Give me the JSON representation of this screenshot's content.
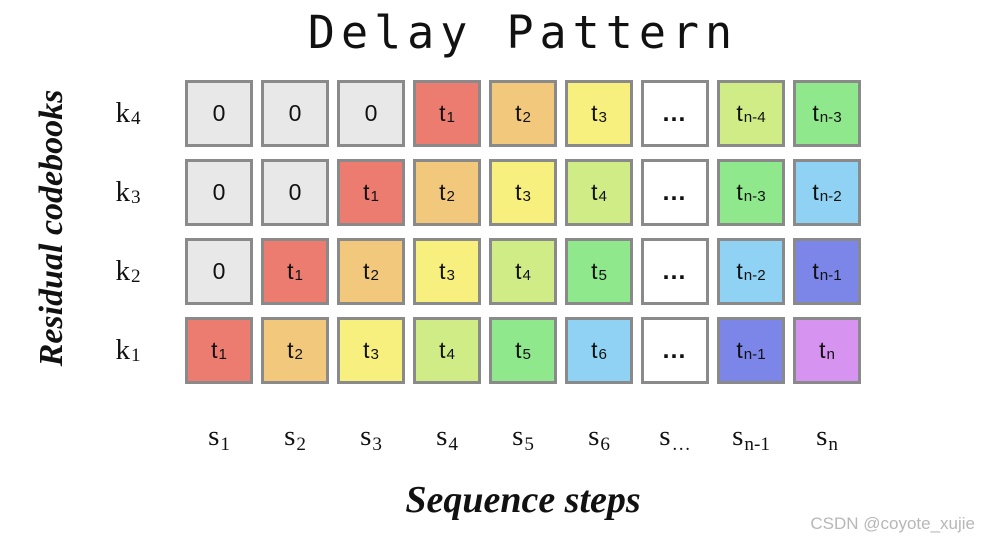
{
  "title": "Delay Pattern",
  "y_axis_label": "Residual codebooks",
  "x_axis_label": "Sequence steps",
  "watermark": "CSDN @coyote_xujie",
  "palette": {
    "gray": "#e8e8e8",
    "red": "#ec7b70",
    "orange": "#f2c87d",
    "yellow": "#f7f07e",
    "yellowgreen": "#d0ec86",
    "green": "#8fe88c",
    "blue": "#8fd2f3",
    "indigo": "#7b86e8",
    "violet": "#d693f0",
    "white": "#ffffff",
    "border": "#8a8a8a"
  },
  "grid": {
    "rows": [
      {
        "label": {
          "base": "k",
          "sub": "4"
        },
        "cells": [
          {
            "text": "0",
            "sub": "",
            "color": "gray"
          },
          {
            "text": "0",
            "sub": "",
            "color": "gray"
          },
          {
            "text": "0",
            "sub": "",
            "color": "gray"
          },
          {
            "text": "t",
            "sub": "1",
            "color": "red"
          },
          {
            "text": "t",
            "sub": "2",
            "color": "orange"
          },
          {
            "text": "t",
            "sub": "3",
            "color": "yellow"
          },
          {
            "text": "…",
            "sub": "",
            "color": "white"
          },
          {
            "text": "t",
            "sub": "n-4",
            "color": "yellowgreen"
          },
          {
            "text": "t",
            "sub": "n-3",
            "color": "green"
          }
        ]
      },
      {
        "label": {
          "base": "k",
          "sub": "3"
        },
        "cells": [
          {
            "text": "0",
            "sub": "",
            "color": "gray"
          },
          {
            "text": "0",
            "sub": "",
            "color": "gray"
          },
          {
            "text": "t",
            "sub": "1",
            "color": "red"
          },
          {
            "text": "t",
            "sub": "2",
            "color": "orange"
          },
          {
            "text": "t",
            "sub": "3",
            "color": "yellow"
          },
          {
            "text": "t",
            "sub": "4",
            "color": "yellowgreen"
          },
          {
            "text": "…",
            "sub": "",
            "color": "white"
          },
          {
            "text": "t",
            "sub": "n-3",
            "color": "green"
          },
          {
            "text": "t",
            "sub": "n-2",
            "color": "blue"
          }
        ]
      },
      {
        "label": {
          "base": "k",
          "sub": "2"
        },
        "cells": [
          {
            "text": "0",
            "sub": "",
            "color": "gray"
          },
          {
            "text": "t",
            "sub": "1",
            "color": "red"
          },
          {
            "text": "t",
            "sub": "2",
            "color": "orange"
          },
          {
            "text": "t",
            "sub": "3",
            "color": "yellow"
          },
          {
            "text": "t",
            "sub": "4",
            "color": "yellowgreen"
          },
          {
            "text": "t",
            "sub": "5",
            "color": "green"
          },
          {
            "text": "…",
            "sub": "",
            "color": "white"
          },
          {
            "text": "t",
            "sub": "n-2",
            "color": "blue"
          },
          {
            "text": "t",
            "sub": "n-1",
            "color": "indigo"
          }
        ]
      },
      {
        "label": {
          "base": "k",
          "sub": "1"
        },
        "cells": [
          {
            "text": "t",
            "sub": "1",
            "color": "red"
          },
          {
            "text": "t",
            "sub": "2",
            "color": "orange"
          },
          {
            "text": "t",
            "sub": "3",
            "color": "yellow"
          },
          {
            "text": "t",
            "sub": "4",
            "color": "yellowgreen"
          },
          {
            "text": "t",
            "sub": "5",
            "color": "green"
          },
          {
            "text": "t",
            "sub": "6",
            "color": "blue"
          },
          {
            "text": "…",
            "sub": "",
            "color": "white"
          },
          {
            "text": "t",
            "sub": "n-1",
            "color": "indigo"
          },
          {
            "text": "t",
            "sub": "n",
            "color": "violet"
          }
        ]
      }
    ],
    "col_labels": [
      {
        "base": "s",
        "sub": "1"
      },
      {
        "base": "s",
        "sub": "2"
      },
      {
        "base": "s",
        "sub": "3"
      },
      {
        "base": "s",
        "sub": "4"
      },
      {
        "base": "s",
        "sub": "5"
      },
      {
        "base": "s",
        "sub": "6"
      },
      {
        "base": "s",
        "sub": "…"
      },
      {
        "base": "s",
        "sub": "n-1"
      },
      {
        "base": "s",
        "sub": "n"
      }
    ]
  }
}
